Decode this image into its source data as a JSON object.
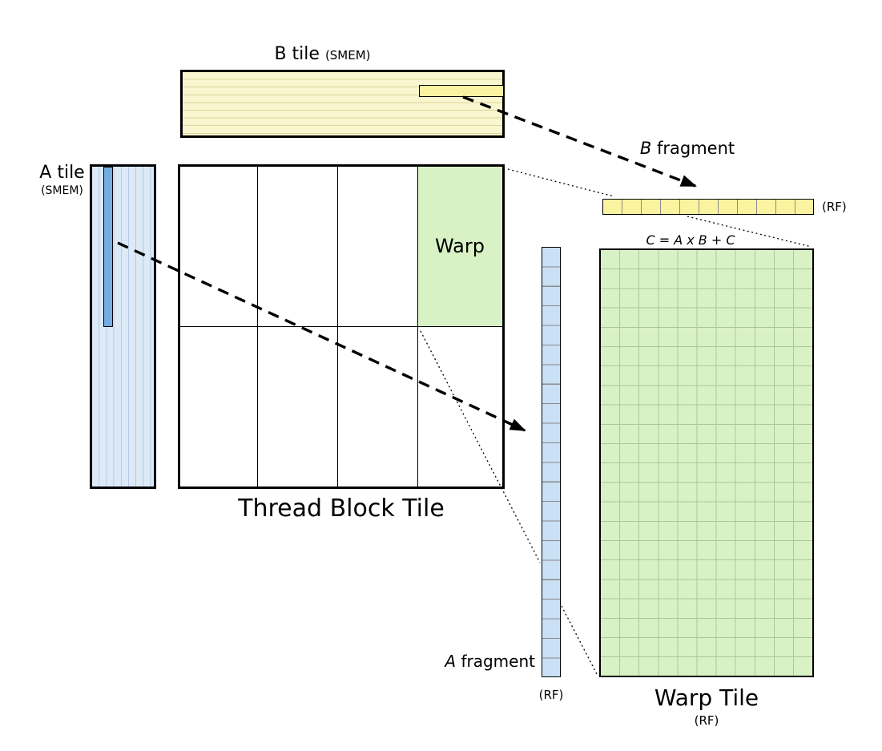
{
  "labels": {
    "b_tile": {
      "title": "B tile",
      "mem": "(SMEM)"
    },
    "a_tile": {
      "title": "A tile",
      "mem": "(SMEM)"
    },
    "thread_block_tile": "Thread Block Tile",
    "warp": "Warp",
    "b_fragment": {
      "letter": "B",
      "word": "fragment",
      "rf": "(RF)"
    },
    "a_fragment": {
      "letter": "A",
      "word": "fragment",
      "rf": "(RF)"
    },
    "warp_tile": {
      "title": "Warp Tile",
      "rf": "(RF)"
    },
    "formula": "C = A x B + C"
  },
  "colors": {
    "b-tile-fill": "#FAF7D0",
    "b-tile-stripe": "#D8D49A",
    "b-fragment-fill": "#FBF3A0",
    "a-tile-fill": "#DCE9F7",
    "a-tile-stripe": "#B3CBE7",
    "a-subtile-fill": "#74ACE0",
    "a-fragment-fill": "#C9E0F5",
    "fragment-grid": "#8A8A8A",
    "warp-fill": "#D9F2C5",
    "warp-grid": "#A9C897"
  }
}
